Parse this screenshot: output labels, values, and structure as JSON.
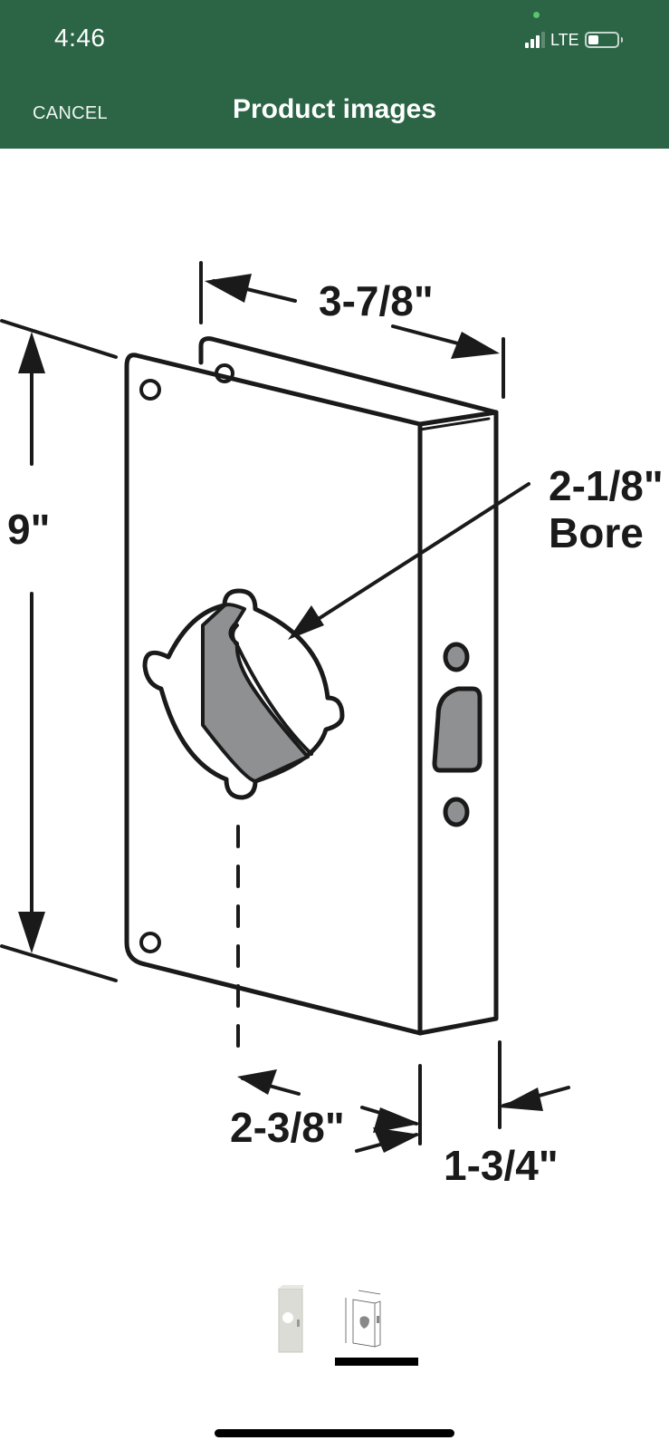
{
  "status_bar": {
    "time": "4:46",
    "network": "LTE",
    "signal_bars": 3,
    "signal_total": 4,
    "battery_icon": "battery-low-icon"
  },
  "header": {
    "cancel_label": "CANCEL",
    "title": "Product images",
    "background_color": "#2c6446"
  },
  "image": {
    "subject": "Door reinforcer wrap-around plate diagram",
    "dimensions": {
      "width_label": "3-7/8\"",
      "height_label": "9\"",
      "bore_label_line1": "2-1/8\"",
      "bore_label_line2": "Bore",
      "backset_label": "2-3/8\"",
      "thickness_label": "1-3/4\""
    }
  },
  "thumbnails": {
    "items": [
      {
        "name": "product-photo-thumbnail",
        "selected": false
      },
      {
        "name": "dimension-diagram-thumbnail",
        "selected": true
      }
    ],
    "selected_index": 1
  }
}
